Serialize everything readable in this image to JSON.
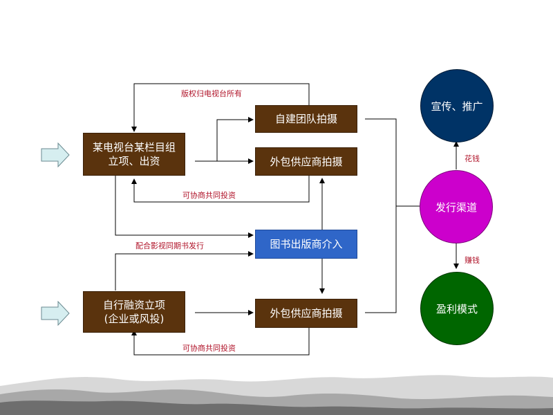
{
  "colors": {
    "brown_box": "#5a330d",
    "blue_box": "#2f66c8",
    "circle_top": "#003366",
    "circle_mid": "#cc00cc",
    "circle_bottom": "#006600",
    "label_red": "#b0142a"
  },
  "nodes": {
    "left_top": "某电视台某栏目组\n立项、出资",
    "left_bottom": "自行融资立项\n(企业或风投)",
    "self_team": "自建团队拍摄",
    "outsource_top": "外包供应商拍摄",
    "publisher": "图书出版商介入",
    "outsource_bottom": "外包供应商拍摄",
    "promo": "宣传、推广",
    "channel": "发行渠道",
    "profit": "盈利模式"
  },
  "edge_labels": {
    "copyright": "版权归电视台所有",
    "co_invest_top": "可协商共同投资",
    "book_sync": "配合影视同期书发行",
    "co_invest_bottom": "可协商共同投资",
    "spend": "花钱",
    "earn": "赚钱"
  }
}
